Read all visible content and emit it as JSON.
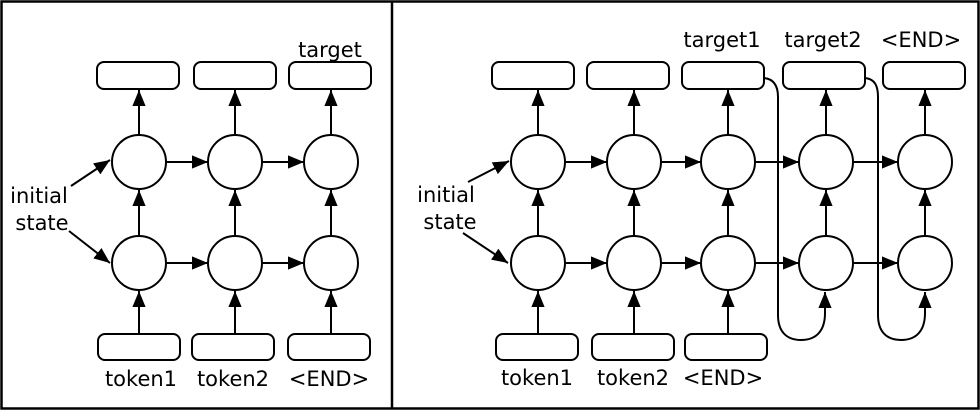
{
  "left_panel": {
    "initial_state": {
      "line1": "initial",
      "line2": "state"
    },
    "output_labels": {
      "col3": "target"
    },
    "input_labels": [
      "token1",
      "token2",
      "<END>"
    ]
  },
  "right_panel": {
    "initial_state": {
      "line1": "initial",
      "line2": "state"
    },
    "output_labels": [
      "target1",
      "target2",
      "<END>"
    ],
    "input_labels": [
      "token1",
      "token2",
      "<END>"
    ]
  },
  "colors": {
    "line": "#000000",
    "background": "#ffffff"
  }
}
